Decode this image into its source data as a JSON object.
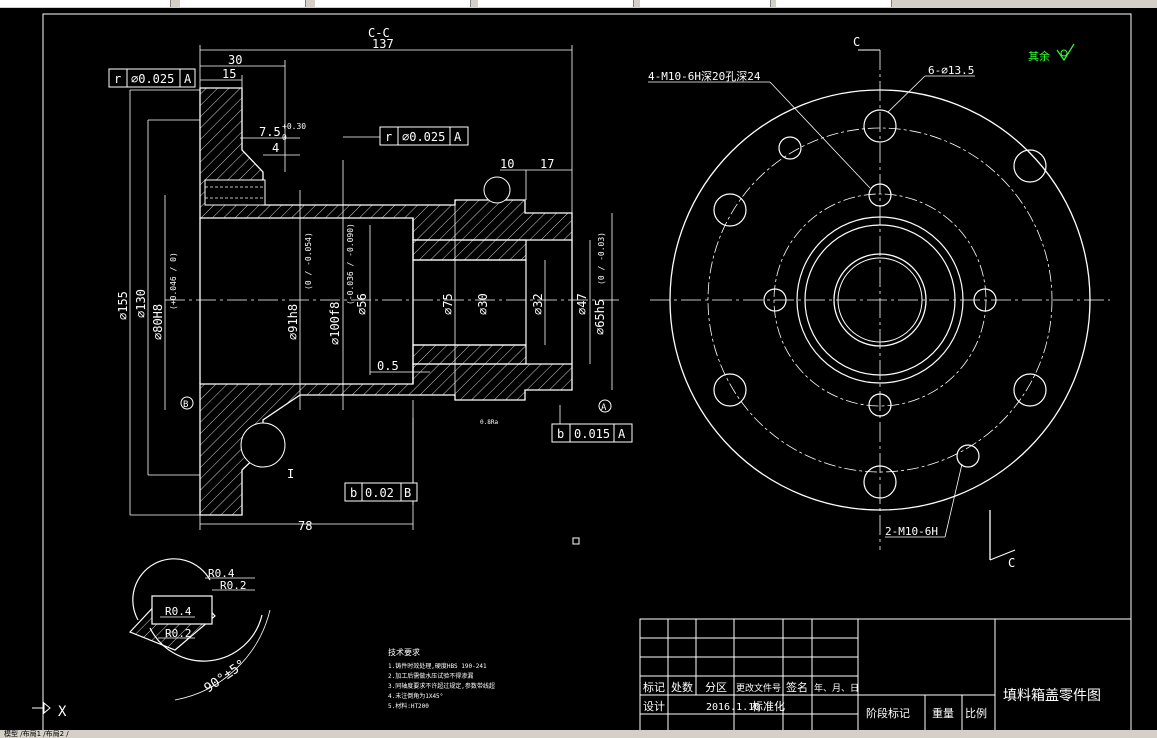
{
  "section_label": "C-C",
  "dims": {
    "overall_length": "137",
    "d30": "30",
    "d15": "15",
    "d75_1": "7.5",
    "tol_plus": "+0.30",
    "tol_zero": "0",
    "d4": "4",
    "d10": "10",
    "d17": "17",
    "d78": "78",
    "d05": "0.5",
    "dia155": "⌀155",
    "dia130": "⌀130",
    "dia80": "⌀80H8",
    "dia80_tol": "(+0.046 / 0)",
    "dia91": "⌀91h8",
    "dia91_tol": "(0 / -0.054)",
    "dia100": "⌀100f8",
    "dia100_tol": "(-0.036 / -0.090)",
    "dia56": "⌀56",
    "dia75": "⌀75",
    "dia30": "⌀30",
    "dia32": "⌀32",
    "dia47": "⌀47",
    "dia65": "⌀65h5",
    "dia65_tol": "(0 / -0.03)"
  },
  "tolerance_frames": [
    {
      "symbol": "r",
      "value": "⌀0.025",
      "datum": "A"
    },
    {
      "symbol": "r",
      "value": "⌀0.025",
      "datum": "A"
    },
    {
      "symbol": "b",
      "value": "0.015",
      "datum": "A"
    },
    {
      "symbol": "b",
      "value": "0.02",
      "datum": "B"
    }
  ],
  "datums": {
    "a": "A",
    "b": "B"
  },
  "small_labels": {
    "ra1": "0.8",
    "ra2": "Ra",
    "detail": "I",
    "small_ra": "0.8Ra"
  },
  "detail": {
    "r04a": "R0.4",
    "r02a": "R0.2",
    "r04b": "R0.4",
    "r02b": "R0.2",
    "angle": "90°±5°"
  },
  "front": {
    "section_c_top": "C",
    "section_c_bottom": "C",
    "holes_callout": "4-M10-6H深20孔深24",
    "six_holes": "6-⌀13.5",
    "two_holes": "2-M10-6H",
    "rest": "其余"
  },
  "notes": {
    "title": "技术要求",
    "lines": [
      "1.铸件时效处理,硬度HBS 190-241",
      "2.加工后需做水压试验不得渗漏",
      "3.同轴度要求不许超过规定,参数带线超",
      "4.未注倒角为1X45°",
      "5.材料:HT200"
    ]
  },
  "title_block": {
    "mark": "标记",
    "count": "处数",
    "zone": "分区",
    "doc_no": "更改文件号",
    "sign": "签名",
    "date": "年、月、日",
    "design": "设计",
    "date_value": "2016.1.16",
    "standardize": "标准化",
    "stage": "阶段标记",
    "weight": "重量",
    "scale": "比例",
    "drawing_name": "填料箱盖零件图"
  },
  "ucs": {
    "x": "X"
  },
  "tabs": "模型 /布局1 /布局2 /"
}
